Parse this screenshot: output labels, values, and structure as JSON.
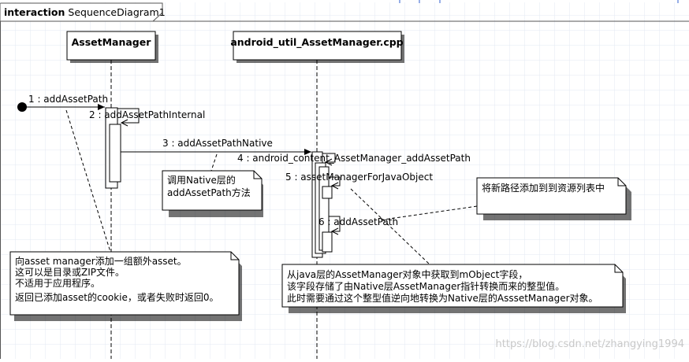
{
  "frame": {
    "keyword": "interaction",
    "name": "SequenceDiagram1"
  },
  "lifelines": [
    {
      "id": "assetmanager",
      "name": "AssetManager"
    },
    {
      "id": "jni",
      "name": "android_util_AssetManager.cpp"
    }
  ],
  "messages": [
    {
      "label": "1 : addAssetPath"
    },
    {
      "label": "2 : addAssetPathInternal"
    },
    {
      "label": "3 : addAssetPathNative"
    },
    {
      "label": "4 : android_content_AssetManager_addAssetPath"
    },
    {
      "label": "5 : assetManagerForJavaObject"
    },
    {
      "label": "6 : addAssetPath"
    }
  ],
  "notes": [
    {
      "id": "note-native",
      "lines": [
        "调用Native层的",
        "addAssetPath方法"
      ]
    },
    {
      "id": "note-add-path",
      "lines": [
        "将新路径添加到到资源列表中"
      ]
    },
    {
      "id": "note-asset-manager",
      "lines": [
        "向asset manager添加一组额外asset。",
        "这可以是目录或ZIP文件。",
        "不适用于应用程序。",
        "返回已添加asset的cookie，或者失败时返回0。"
      ]
    },
    {
      "id": "note-mobject",
      "lines": [
        "从java层的AssetManager对象中获取到mObject字段，",
        "该字段存储了由Native层AssetManager指针转换而来的整型值。",
        "此时需要通过这个整型值逆向地转换为Native层的AsssetManager对象。"
      ]
    }
  ],
  "watermark": "https://blog.csdn.net/zhangying1994"
}
